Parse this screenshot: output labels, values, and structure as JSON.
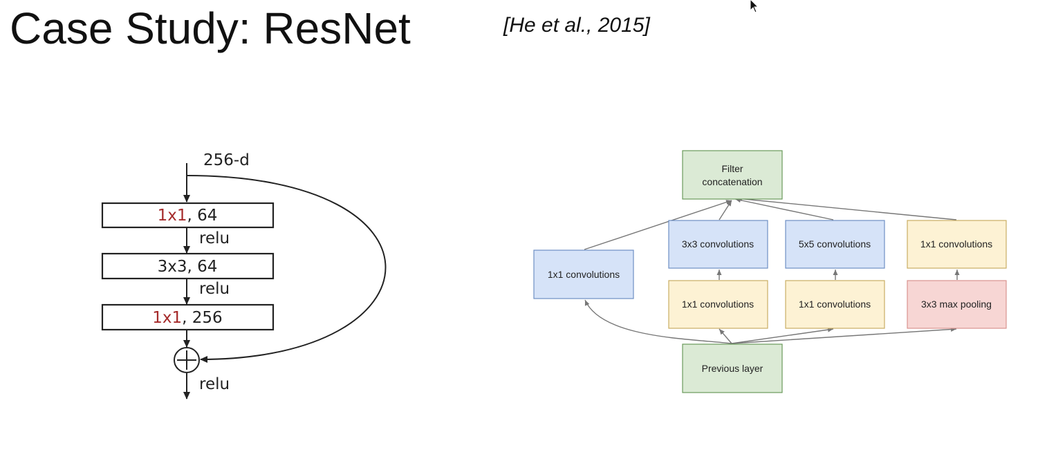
{
  "slide": {
    "title": "Case Study: ResNet",
    "citation": "[He et al., 2015]"
  },
  "resnet_block": {
    "input_label": "256-d",
    "layers": [
      {
        "kernel": "1x1",
        "rest": ", 64",
        "kernel_highlight": true
      },
      {
        "kernel": "3x3",
        "rest": ", 64",
        "kernel_highlight": false
      },
      {
        "kernel": "1x1",
        "rest": ", 256",
        "kernel_highlight": true
      }
    ],
    "activation_labels": [
      "relu",
      "relu",
      "relu"
    ],
    "highlight_color": "#a52a2a"
  },
  "inception_module": {
    "top": {
      "line1": "Filter",
      "line2": "concatenation",
      "color": "#dbead5"
    },
    "bottom": {
      "label": "Previous layer",
      "color": "#dbead5"
    },
    "branch1": {
      "label": "1x1 convolutions",
      "color": "#d6e3f8"
    },
    "branch2_top": {
      "label": "3x3 convolutions",
      "color": "#d6e3f8"
    },
    "branch2_bottom": {
      "label": "1x1 convolutions",
      "color": "#fdf2d4"
    },
    "branch3_top": {
      "label": "5x5 convolutions",
      "color": "#d6e3f8"
    },
    "branch3_bottom": {
      "label": "1x1 convolutions",
      "color": "#fdf2d4"
    },
    "branch4_top": {
      "label": "1x1 convolutions",
      "color": "#fdf2d4"
    },
    "branch4_bottom": {
      "label": "3x3 max pooling",
      "color": "#f7d6d4"
    }
  }
}
